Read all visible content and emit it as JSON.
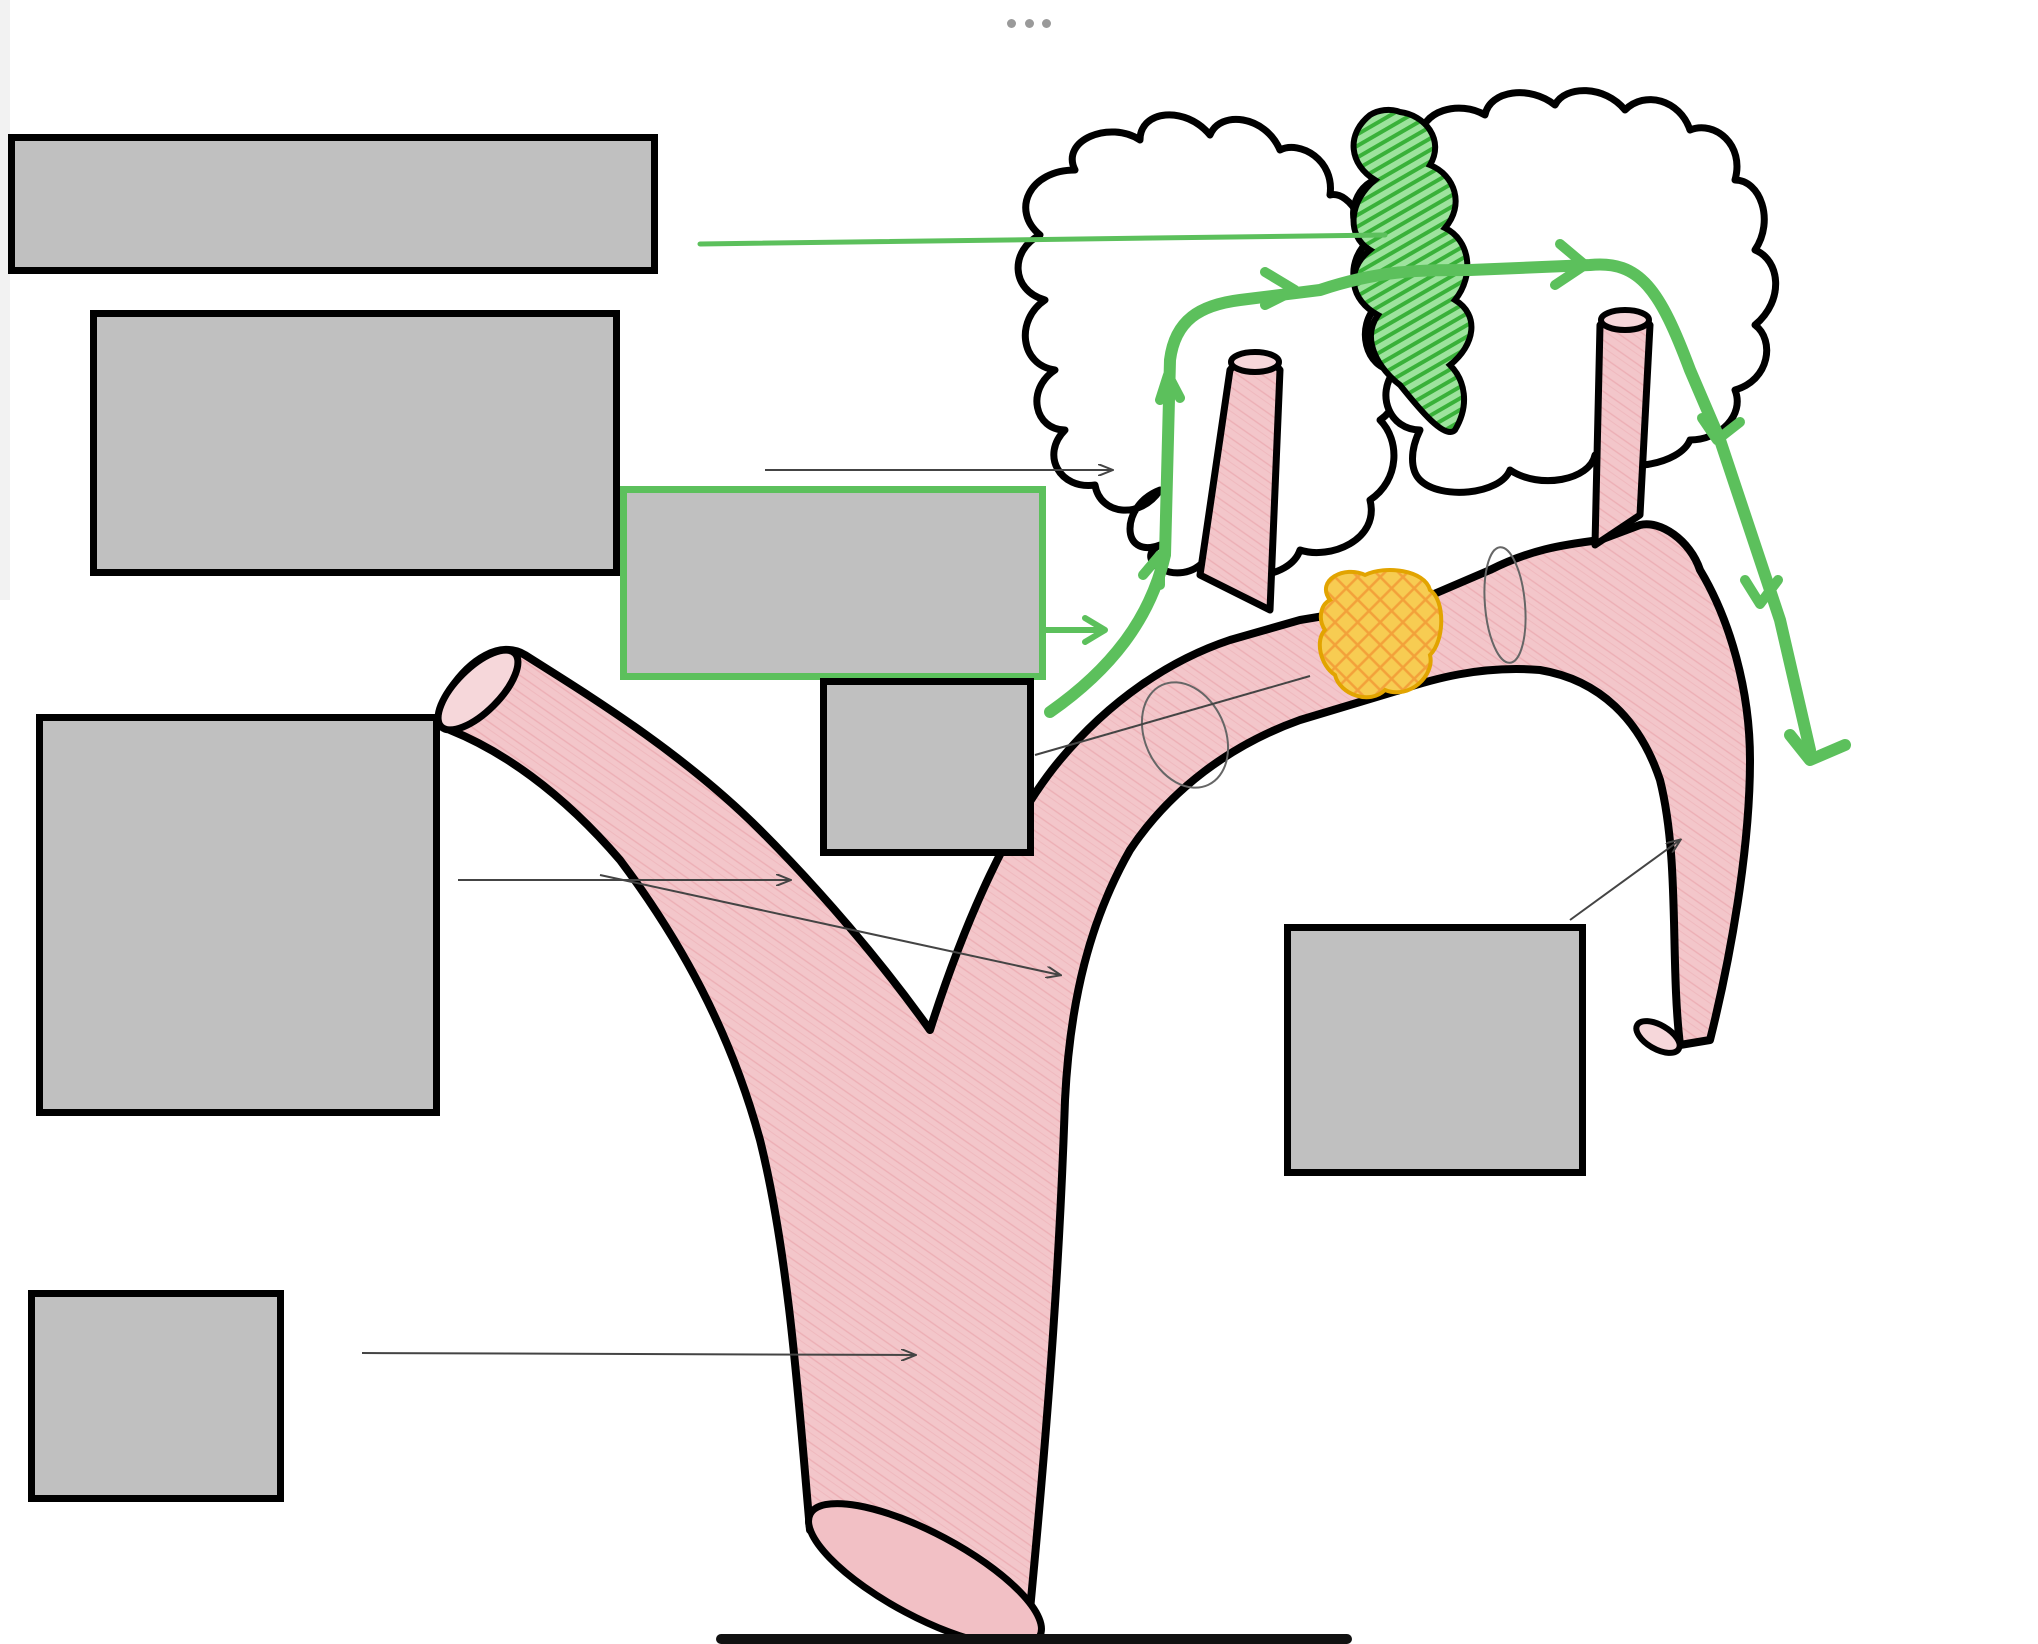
{
  "toolbar": {
    "more_icon": "more-horizontal-icon"
  },
  "colors": {
    "vessel_fill": "#f2c2c6",
    "vessel_texture": "#e38d96",
    "outline": "#000000",
    "flow_arrow": "#5cc05c",
    "ganglion_fill": "#f5c64a",
    "ganglion_stroke": "#e2a400",
    "label_box_fill": "#c0c0c0",
    "active_box_border": "#5cc05c"
  },
  "labels": [
    {
      "id": "label-1",
      "text": "",
      "state": "blank"
    },
    {
      "id": "label-2",
      "text": "",
      "state": "blank"
    },
    {
      "id": "label-3",
      "text": "",
      "state": "selected"
    },
    {
      "id": "label-4",
      "text": "",
      "state": "blank"
    },
    {
      "id": "label-5",
      "text": "",
      "state": "blank"
    },
    {
      "id": "label-6",
      "text": "",
      "state": "blank"
    },
    {
      "id": "label-7",
      "text": "",
      "state": "blank"
    }
  ]
}
